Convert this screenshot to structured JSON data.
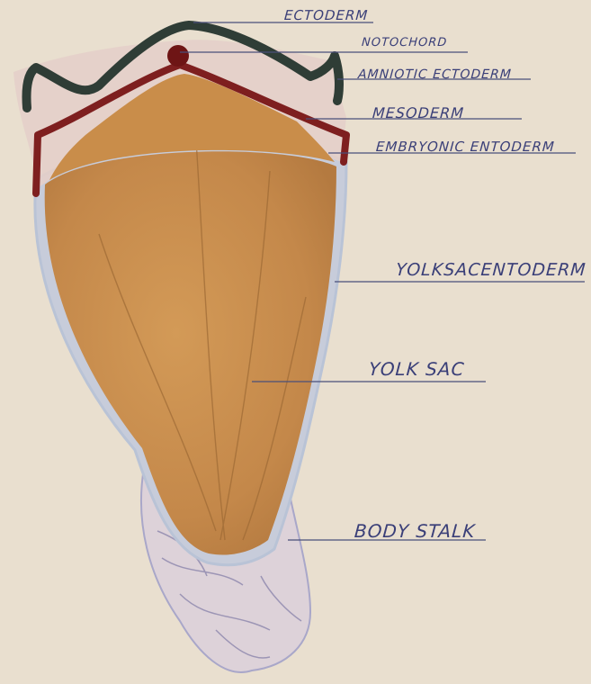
{
  "labels": {
    "ectoderm": "ECTODERM",
    "notochord": "NOTOCHORD",
    "amniotic_ectoderm": "AMNIOTIC ECTODERM",
    "mesoderm": "MESODERM",
    "embryonic_entoderm": "EMBRYONIC ENTODERM",
    "yolk_sac_entoderm": "YOLKSACENTODERM",
    "yolk_sac": "YOLK SAC",
    "body_stalk": "BODY STALK"
  },
  "colors": {
    "paper": "#e9dfcf",
    "ectoderm": "#2f3d36",
    "mesoderm": "#7e1f1f",
    "amnion_pink": "#e4cfc9",
    "yolk_sac": "#c98d4a",
    "yolk_sac_outline": "#b9c3d6",
    "body_stalk": "#ddd2d9",
    "label_ink": "#3a3f78"
  }
}
